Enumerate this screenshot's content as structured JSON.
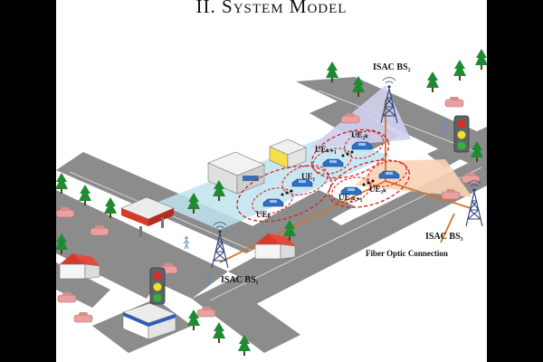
{
  "header": {
    "section_number": "II.",
    "section_title": "System Model"
  },
  "labels": {
    "bs1": "ISAC BS₁",
    "bs2": "ISAC BS₂",
    "bs3": "ISAC BS₃",
    "ue_1": "UE₁",
    "ue_k": "UEₖ",
    "ue_k1": "UEₖ₊₁",
    "ue_2k": "UE₂ₖ",
    "ue_2k1": "UE₂ₖ₊₁",
    "ue_3k": "UE₃ₖ",
    "fiber": "Fiber Optic Connection"
  },
  "colors": {
    "road": "#8c8c8c",
    "beam_bs1": "#bfe3ee",
    "beam_bs2": "#cfd2ee",
    "beam_bs3": "#f9d2b6",
    "fiber_line": "#d2762a",
    "ellipse": "#d62020",
    "car_blue": "#2f6fc4",
    "car_pink": "#e8a1a1",
    "tree": "#1f8a32"
  },
  "icons": [
    "traffic-light-icon",
    "tree-icon",
    "antenna-tower-icon",
    "car-icon",
    "house-icon",
    "pedestrian-icon"
  ]
}
